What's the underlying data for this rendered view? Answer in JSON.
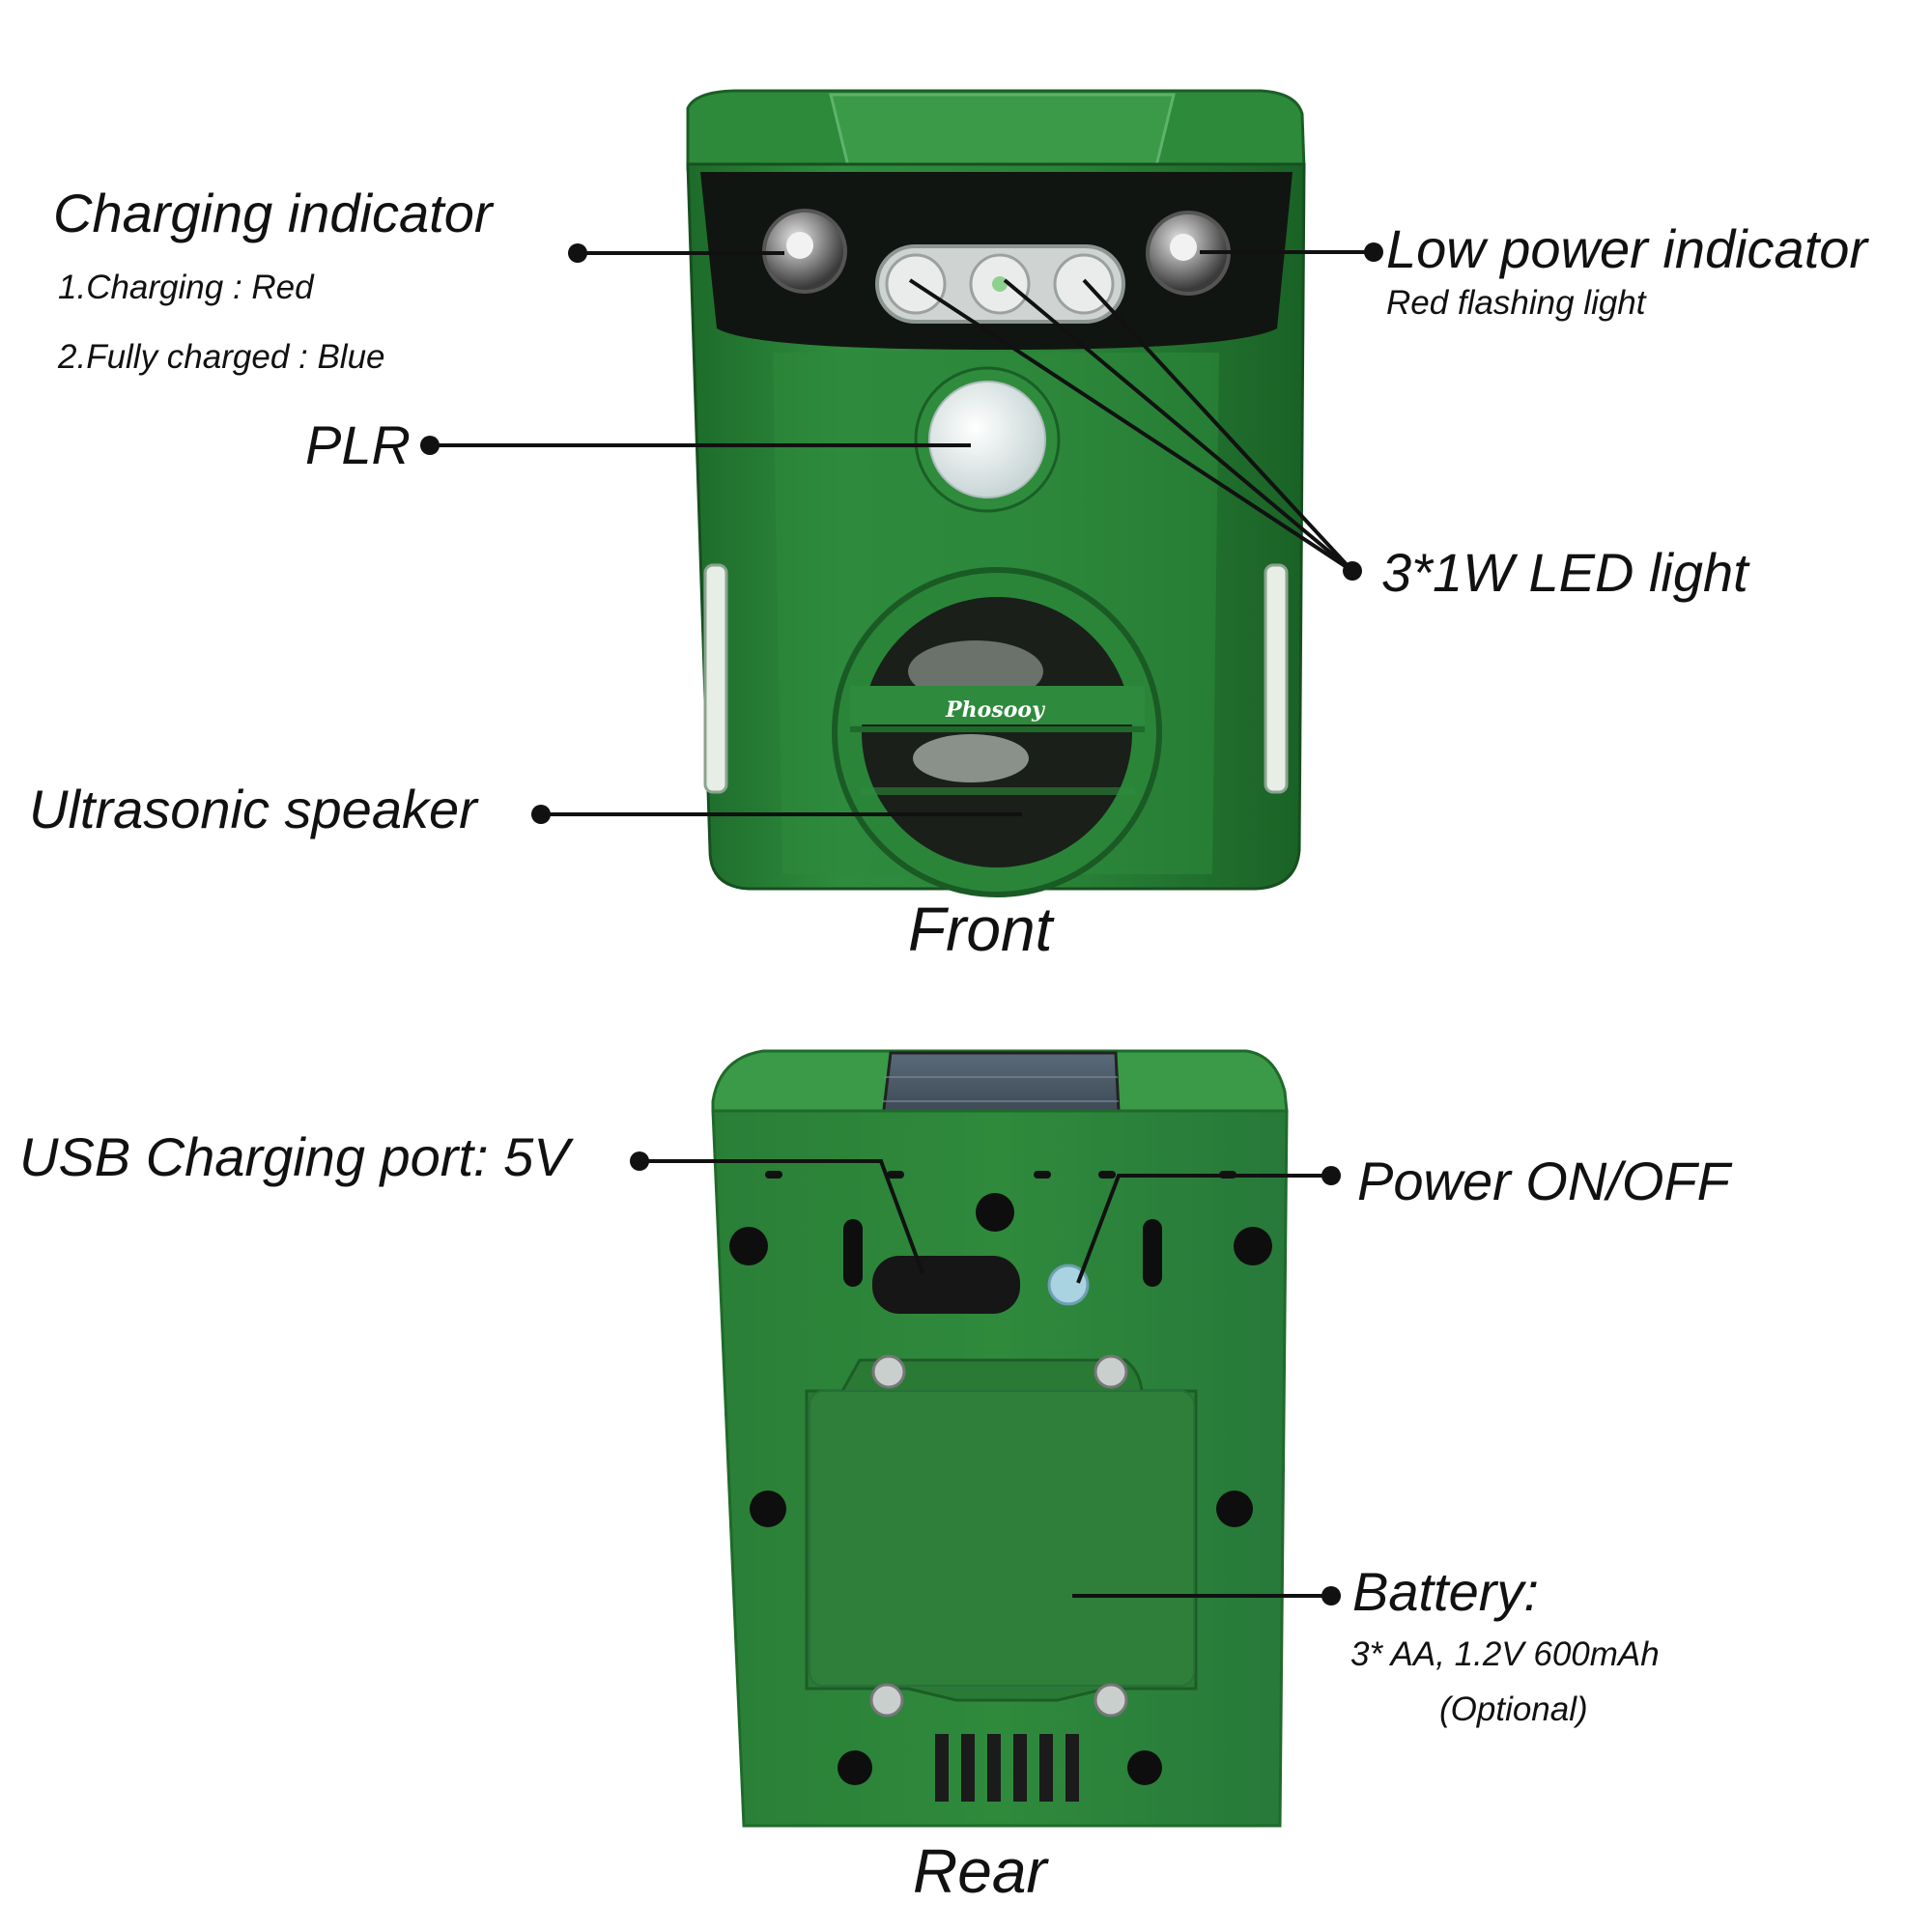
{
  "front": {
    "caption": "Front",
    "brand": "Phosooy",
    "callouts": {
      "charging_indicator": {
        "title": "Charging indicator",
        "details": [
          "1.Charging : Red",
          "2.Fully charged : Blue"
        ]
      },
      "plr": {
        "title": "PLR"
      },
      "ultrasonic_speaker": {
        "title": "Ultrasonic speaker"
      },
      "low_power_indicator": {
        "title": "Low power indicator",
        "details": [
          "Red flashing light"
        ]
      },
      "led_light": {
        "title": "3*1W LED light"
      }
    }
  },
  "rear": {
    "caption": "Rear",
    "callouts": {
      "usb_port": {
        "title": "USB Charging port: 5V"
      },
      "power_switch": {
        "title": "Power ON/OFF"
      },
      "battery": {
        "title": "Battery:",
        "details": [
          "3* AA, 1.2V 600mAh",
          "(Optional)"
        ]
      }
    }
  },
  "colors": {
    "device_green": "#2e8a3c",
    "device_dark_green": "#1f6a2b",
    "leader_line": "#111111"
  }
}
